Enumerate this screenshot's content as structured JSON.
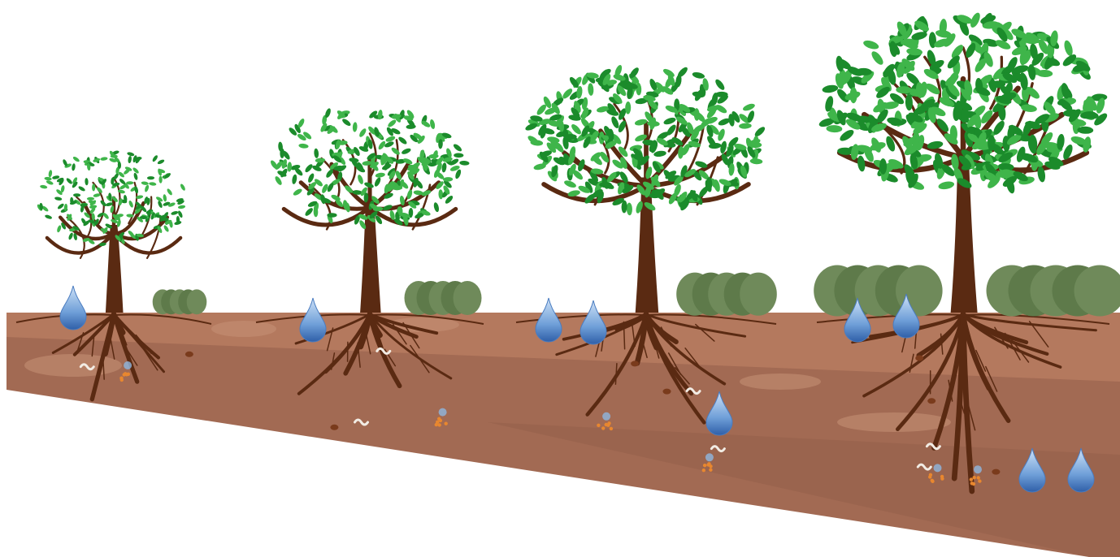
{
  "scene": {
    "description_visible_text": "",
    "stages": [
      {
        "stage": 1,
        "canopy_density": 0.35,
        "shrub": "small",
        "water_drops": 1,
        "root_depth": 0.45,
        "organisms": 3
      },
      {
        "stage": 2,
        "canopy_density": 0.55,
        "shrub": "medium",
        "water_drops": 1,
        "root_depth": 0.55,
        "organisms": 4
      },
      {
        "stage": 3,
        "canopy_density": 0.8,
        "shrub": "large",
        "water_drops": 3,
        "root_depth": 0.75,
        "organisms": 6
      },
      {
        "stage": 4,
        "canopy_density": 1.0,
        "shrub": "very-large",
        "water_drops": 4,
        "root_depth": 1.0,
        "organisms": 8
      }
    ],
    "colors": {
      "soil_top": "#b97d62",
      "soil_body": "#a26a53",
      "soil_dark": "#8d5a46",
      "trunk": "#5a2a12",
      "leaf_light": "#3fb54a",
      "leaf_dark": "#1b8b2b",
      "shrub": "#6f8a5a",
      "water": "#4a7cc0"
    }
  }
}
